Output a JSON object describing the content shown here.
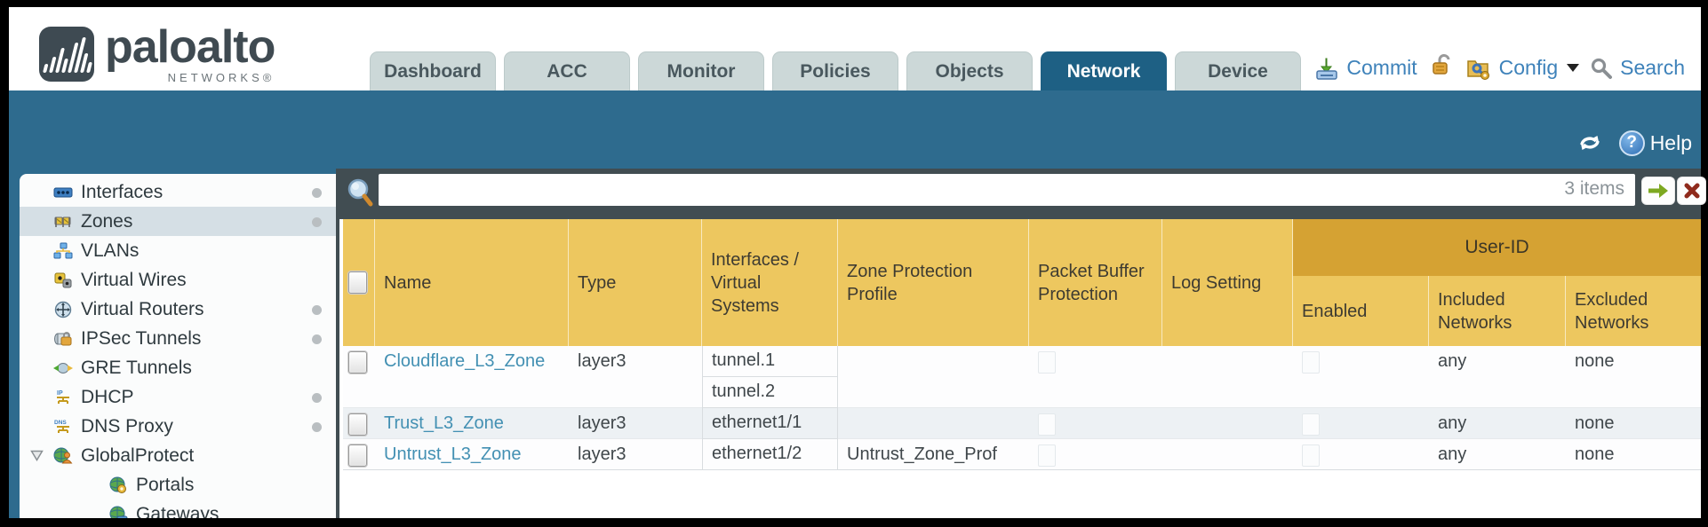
{
  "brand": {
    "name": "paloalto",
    "subtitle": "NETWORKS®"
  },
  "nav_tabs": [
    {
      "label": "Dashboard",
      "active": false
    },
    {
      "label": "ACC",
      "active": false
    },
    {
      "label": "Monitor",
      "active": false
    },
    {
      "label": "Policies",
      "active": false
    },
    {
      "label": "Objects",
      "active": false
    },
    {
      "label": "Network",
      "active": true
    },
    {
      "label": "Device",
      "active": false
    }
  ],
  "utilities": {
    "commit_label": "Commit",
    "config_label": "Config",
    "search_label": "Search",
    "icons": [
      "commit-icon",
      "lock-icon",
      "config-icon",
      "search-icon"
    ]
  },
  "toolbar": {
    "help_label": "Help",
    "icons": [
      "refresh-icon",
      "help-icon"
    ]
  },
  "sidebar": {
    "items": [
      {
        "label": "Interfaces",
        "icon": "interfaces-icon",
        "dot": true,
        "selected": false
      },
      {
        "label": "Zones",
        "icon": "zones-icon",
        "dot": true,
        "selected": true
      },
      {
        "label": "VLANs",
        "icon": "vlans-icon",
        "dot": false,
        "selected": false
      },
      {
        "label": "Virtual Wires",
        "icon": "virtual-wires-icon",
        "dot": false,
        "selected": false
      },
      {
        "label": "Virtual Routers",
        "icon": "virtual-routers-icon",
        "dot": true,
        "selected": false
      },
      {
        "label": "IPSec Tunnels",
        "icon": "ipsec-tunnels-icon",
        "dot": true,
        "selected": false
      },
      {
        "label": "GRE Tunnels",
        "icon": "gre-tunnels-icon",
        "dot": false,
        "selected": false
      },
      {
        "label": "DHCP",
        "icon": "dhcp-icon",
        "dot": true,
        "selected": false
      },
      {
        "label": "DNS Proxy",
        "icon": "dns-proxy-icon",
        "dot": true,
        "selected": false
      },
      {
        "label": "GlobalProtect",
        "icon": "globalprotect-icon",
        "dot": false,
        "selected": false,
        "expanded": true
      },
      {
        "label": "Portals",
        "icon": "portals-icon",
        "dot": false,
        "selected": false,
        "indent": 1
      },
      {
        "label": "Gateways",
        "icon": "gateways-icon",
        "dot": false,
        "selected": false,
        "indent": 1
      }
    ]
  },
  "filter_bar": {
    "value": "",
    "items_count": "3 items",
    "icons": [
      "filter-search-icon",
      "apply-filter-icon",
      "clear-filter-icon"
    ]
  },
  "table": {
    "group_header": "User-ID",
    "columns": [
      "Name",
      "Type",
      "Interfaces / Virtual Systems",
      "Zone Protection Profile",
      "Packet Buffer Protection",
      "Log Setting",
      "Enabled",
      "Included Networks",
      "Excluded Networks"
    ],
    "rows": [
      {
        "name": "Cloudflare_L3_Zone",
        "type": "layer3",
        "interfaces": [
          "tunnel.1",
          "tunnel.2"
        ],
        "zone_protection_profile": "",
        "packet_buffer_protection": false,
        "log_setting": "",
        "user_id_enabled": false,
        "included_networks": "any",
        "excluded_networks": "none"
      },
      {
        "name": "Trust_L3_Zone",
        "type": "layer3",
        "interfaces": [
          "ethernet1/1"
        ],
        "zone_protection_profile": "",
        "packet_buffer_protection": false,
        "log_setting": "",
        "user_id_enabled": false,
        "included_networks": "any",
        "excluded_networks": "none"
      },
      {
        "name": "Untrust_L3_Zone",
        "type": "layer3",
        "interfaces": [
          "ethernet1/2"
        ],
        "zone_protection_profile": "Untrust_Zone_Prof",
        "packet_buffer_protection": false,
        "log_setting": "",
        "user_id_enabled": false,
        "included_networks": "any",
        "excluded_networks": "none"
      }
    ]
  },
  "colors": {
    "teal_band": "#2e6b8e",
    "active_tab": "#1e6084",
    "slate_bar": "#414d52",
    "table_header": "#edc75f",
    "user_id_band": "#d5a233",
    "link_blue": "#4390b3",
    "selected_item_bg": "#d5dfe5"
  }
}
